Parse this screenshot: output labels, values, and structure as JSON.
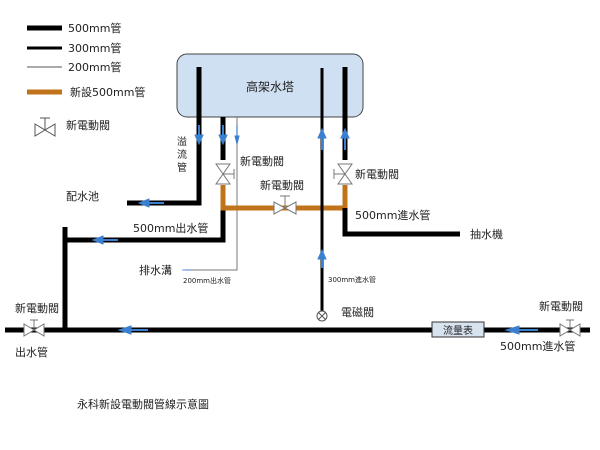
{
  "title": "永科新設電動閥管線示意圖",
  "legend": {
    "pipe_500": "500mm管",
    "pipe_300": "300mm管",
    "pipe_200": "200mm管",
    "pipe_new_500": "新設500mm管",
    "new_valve": "新電動閥"
  },
  "labels": {
    "tower": "高架水塔",
    "overflow": "溢流管",
    "valve_left": "新電動閥",
    "valve_mid": "新電動閥",
    "valve_right": "新電動閥",
    "distribution_pool": "配水池",
    "outlet_500": "500mm出水管",
    "inlet_500_top": "500mm進水管",
    "pump": "抽水機",
    "drain": "排水溝",
    "outlet_200": "200mm出水管",
    "inlet_300": "300mm進水管",
    "solenoid_valve": "電磁閥",
    "flow_meter": "流量表",
    "valve_bottom_left": "新電動閥",
    "outlet_bottom": "出水管",
    "valve_bottom_right": "新電動閥",
    "inlet_500_bottom": "500mm進水管"
  },
  "colors": {
    "pipe": "#000000",
    "new_pipe": "#c0731a",
    "arrow": "#3b7fd0",
    "tower_fill": "#cfe0f2",
    "flow_meter_fill": "#d8e3f0"
  }
}
